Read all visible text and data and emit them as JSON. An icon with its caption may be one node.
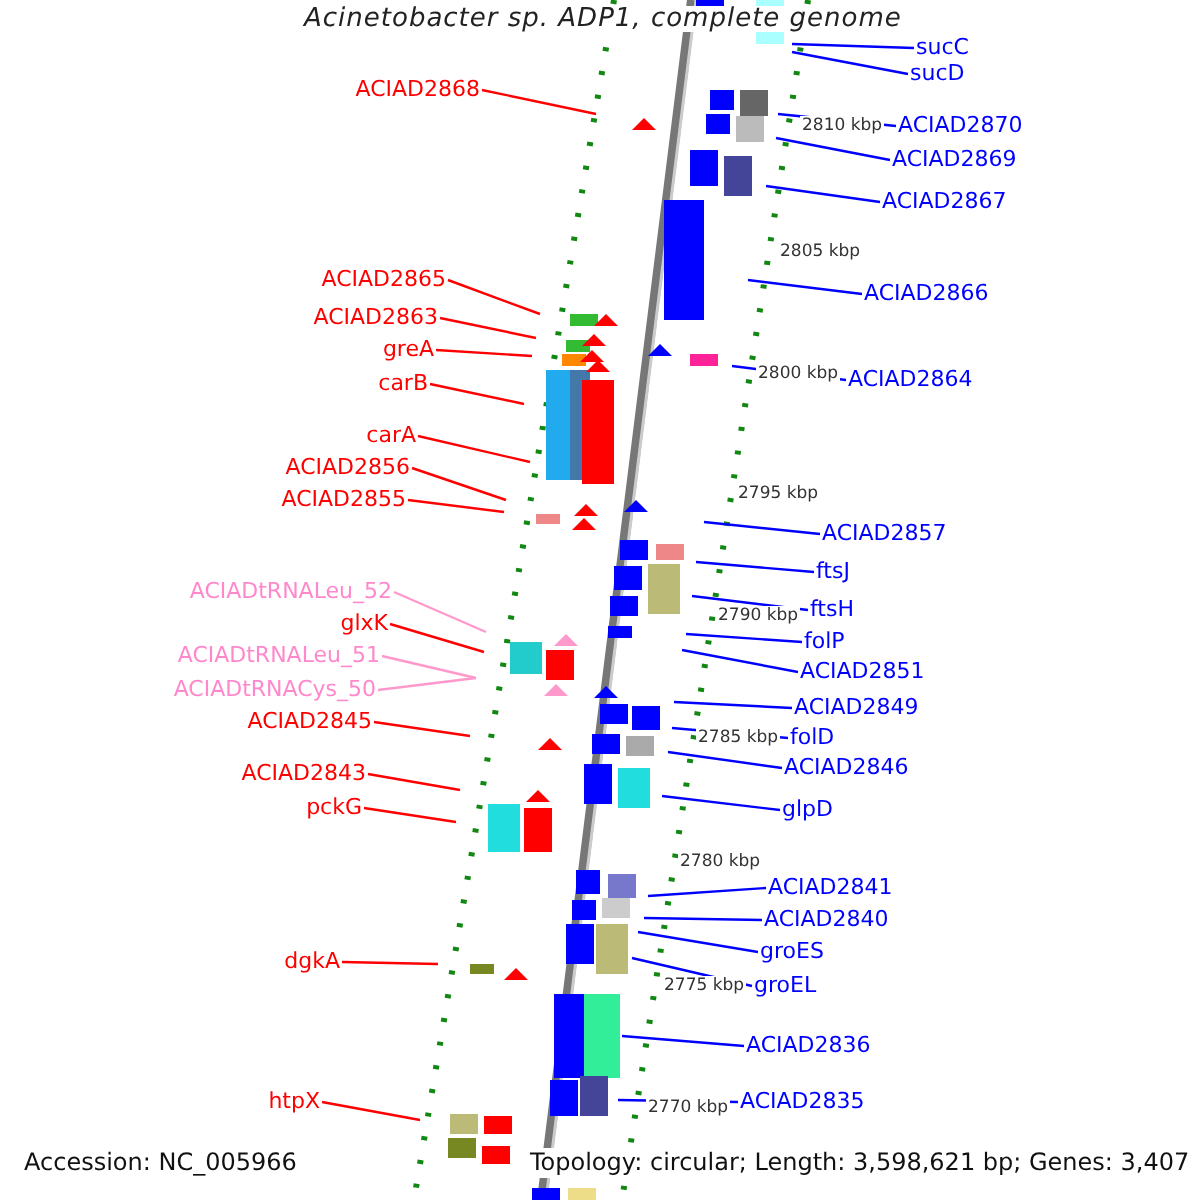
{
  "diagram": {
    "title": "Acinetobacter sp. ADP1, complete genome",
    "nodes": [
      {
        "text": [
          "ACIAD2868"
        ]
      },
      {
        "text": [
          "ACIAD2865"
        ]
      },
      {
        "text": [
          "ACIAD2863"
        ]
      },
      {
        "text": [
          "greA"
        ]
      },
      {
        "text": [
          "carB"
        ]
      },
      {
        "text": [
          "carA"
        ]
      },
      {
        "text": [
          "ACIAD2856"
        ]
      },
      {
        "text": [
          "ACIAD2855"
        ]
      },
      {
        "text": [
          "ACIADtRNALeu_52"
        ]
      },
      {
        "text": [
          "glxK"
        ]
      },
      {
        "text": [
          "ACIADtRNALeu_51"
        ]
      },
      {
        "text": [
          "ACIADtRNACys_50"
        ]
      },
      {
        "text": [
          "ACIAD2845"
        ]
      },
      {
        "text": [
          "ACIAD2843"
        ]
      },
      {
        "text": [
          "pckG"
        ]
      },
      {
        "text": [
          "dgkA"
        ]
      },
      {
        "text": [
          "htpX"
        ]
      },
      {
        "text": [
          "sucC"
        ]
      },
      {
        "text": [
          "sucD"
        ]
      },
      {
        "text": [
          "ACIAD2870"
        ]
      },
      {
        "text": [
          "ACIAD2869"
        ]
      },
      {
        "text": [
          "ACIAD2867"
        ]
      },
      {
        "text": [
          "ACIAD2866"
        ]
      },
      {
        "text": [
          "ACIAD2864"
        ]
      },
      {
        "text": [
          "ACIAD2857"
        ]
      },
      {
        "text": [
          "ftsJ"
        ]
      },
      {
        "text": [
          "ftsH"
        ]
      },
      {
        "text": [
          "folP"
        ]
      },
      {
        "text": [
          "ACIAD2851"
        ]
      },
      {
        "text": [
          "ACIAD2849"
        ]
      },
      {
        "text": [
          "folD"
        ]
      },
      {
        "text": [
          "ACIAD2846"
        ]
      },
      {
        "text": [
          "glpD"
        ]
      },
      {
        "text": [
          "ACIAD2841"
        ]
      },
      {
        "text": [
          "ACIAD2840"
        ]
      },
      {
        "text": [
          "groES"
        ]
      },
      {
        "text": [
          "groEL"
        ]
      },
      {
        "text": [
          "ACIAD2836"
        ]
      },
      {
        "text": [
          "ACIAD2835"
        ]
      }
    ],
    "edges": [
      {
        "from": 0,
        "to": null,
        "arrow": "none",
        "color": "#ff0000"
      },
      {
        "from": 1,
        "to": null,
        "arrow": "none",
        "color": "#ff0000"
      },
      {
        "from": 2,
        "to": null,
        "arrow": "none",
        "color": "#ff0000"
      },
      {
        "from": 3,
        "to": null,
        "arrow": "none",
        "color": "#ff0000"
      },
      {
        "from": 4,
        "to": null,
        "arrow": "none",
        "color": "#ff0000"
      },
      {
        "from": 5,
        "to": null,
        "arrow": "none",
        "color": "#ff0000"
      },
      {
        "from": 6,
        "to": null,
        "arrow": "none",
        "color": "#ff0000"
      },
      {
        "from": 7,
        "to": null,
        "arrow": "none",
        "color": "#ff0000"
      },
      {
        "from": 8,
        "to": null,
        "arrow": "none",
        "color": "#ff99cc"
      },
      {
        "from": 9,
        "to": null,
        "arrow": "none",
        "color": "#ff0000"
      },
      {
        "from": 10,
        "to": null,
        "arrow": "none",
        "color": "#ff99cc"
      },
      {
        "from": 11,
        "to": null,
        "arrow": "none",
        "color": "#ff99cc"
      },
      {
        "from": 12,
        "to": null,
        "arrow": "none",
        "color": "#ff0000"
      },
      {
        "from": 13,
        "to": null,
        "arrow": "none",
        "color": "#ff0000"
      },
      {
        "from": 14,
        "to": null,
        "arrow": "none",
        "color": "#ff0000"
      },
      {
        "from": 15,
        "to": null,
        "arrow": "none",
        "color": "#ff0000"
      },
      {
        "from": 16,
        "to": null,
        "arrow": "none",
        "color": "#ff0000"
      },
      {
        "from": 17,
        "to": null,
        "arrow": "none"
      },
      {
        "from": 18,
        "to": null,
        "arrow": "none"
      },
      {
        "from": 19,
        "to": null,
        "arrow": "none"
      },
      {
        "from": 20,
        "to": null,
        "arrow": "none"
      },
      {
        "from": 21,
        "to": null,
        "arrow": "none"
      },
      {
        "from": 22,
        "to": null,
        "arrow": "none"
      },
      {
        "from": 23,
        "to": null,
        "arrow": "none"
      },
      {
        "from": 24,
        "to": null,
        "arrow": "none"
      },
      {
        "from": 25,
        "to": null,
        "arrow": "none"
      },
      {
        "from": 26,
        "to": null,
        "arrow": "none"
      },
      {
        "from": 27,
        "to": null,
        "arrow": "none"
      },
      {
        "from": 28,
        "to": null,
        "arrow": "none"
      },
      {
        "from": 29,
        "to": null,
        "arrow": "none"
      },
      {
        "from": 30,
        "to": null,
        "arrow": "none"
      },
      {
        "from": 31,
        "to": null,
        "arrow": "none"
      },
      {
        "from": 32,
        "to": null,
        "arrow": "none"
      },
      {
        "from": 33,
        "to": null,
        "arrow": "none"
      },
      {
        "from": 34,
        "to": null,
        "arrow": "none"
      },
      {
        "from": 35,
        "to": null,
        "arrow": "none"
      },
      {
        "from": 36,
        "to": null,
        "arrow": "none"
      },
      {
        "from": 37,
        "to": null,
        "arrow": "none"
      },
      {
        "from": 38,
        "to": null,
        "arrow": "none"
      }
    ],
    "labels": [
      "2810 kbp",
      "2805 kbp",
      "2800 kbp",
      "2795 kbp",
      "2790 kbp",
      "2785 kbp",
      "2780 kbp",
      "2775 kbp",
      "2770 kbp",
      "Accession: NC_005966",
      "Topology: circular; Length: 3,598,621 bp; Genes: 3,407"
    ]
  }
}
